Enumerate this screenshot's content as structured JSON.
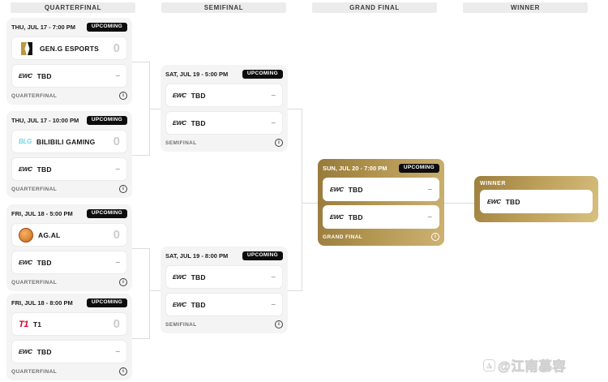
{
  "columns": [
    {
      "label": "QUARTERFINAL"
    },
    {
      "label": "SEMIFINAL"
    },
    {
      "label": "GRAND FINAL"
    },
    {
      "label": "WINNER"
    }
  ],
  "badge": {
    "upcoming": "UPCOMING"
  },
  "logos": {
    "ewc": "EWC",
    "blg": "BLG",
    "t1": "T1"
  },
  "qf": [
    {
      "date": "THU, JUL 17 - 7:00 PM",
      "round": "QUARTERFINAL",
      "team1": "GEN.G ESPORTS",
      "score1": "0",
      "team2": "TBD",
      "score2": "–",
      "info": "i"
    },
    {
      "date": "THU, JUL 17 - 10:00 PM",
      "round": "QUARTERFINAL",
      "team1": "BILIBILI GAMING",
      "score1": "0",
      "team2": "TBD",
      "score2": "–",
      "info": "i"
    },
    {
      "date": "FRI, JUL 18 - 5:00 PM",
      "round": "QUARTERFINAL",
      "team1": "AG.AL",
      "score1": "0",
      "team2": "TBD",
      "score2": "–",
      "info": "i"
    },
    {
      "date": "FRI, JUL 18 - 8:00 PM",
      "round": "QUARTERFINAL",
      "team1": "T1",
      "score1": "0",
      "team2": "TBD",
      "score2": "–",
      "info": "i"
    }
  ],
  "sf": [
    {
      "date": "SAT, JUL 19 - 5:00 PM",
      "round": "SEMIFINAL",
      "team1": "TBD",
      "score1": "–",
      "team2": "TBD",
      "score2": "–",
      "info": "i"
    },
    {
      "date": "SAT, JUL 19 - 8:00 PM",
      "round": "SEMIFINAL",
      "team1": "TBD",
      "score1": "–",
      "team2": "TBD",
      "score2": "–",
      "info": "i"
    }
  ],
  "gf": {
    "date": "SUN, JUL 20 - 7:00 PM",
    "round": "GRAND FINAL",
    "team1": "TBD",
    "score1": "–",
    "team2": "TBD",
    "score2": "–",
    "info": "i"
  },
  "winner": {
    "label": "WINNER",
    "team": "TBD"
  },
  "watermark": {
    "text": "@江南慕容"
  },
  "colors": {
    "gold_dark": "#97793b",
    "gold_light": "#cdb273",
    "badge_bg": "#0d0d0d",
    "accent_cyan": "#74d6e9",
    "accent_red": "#e2012d"
  }
}
